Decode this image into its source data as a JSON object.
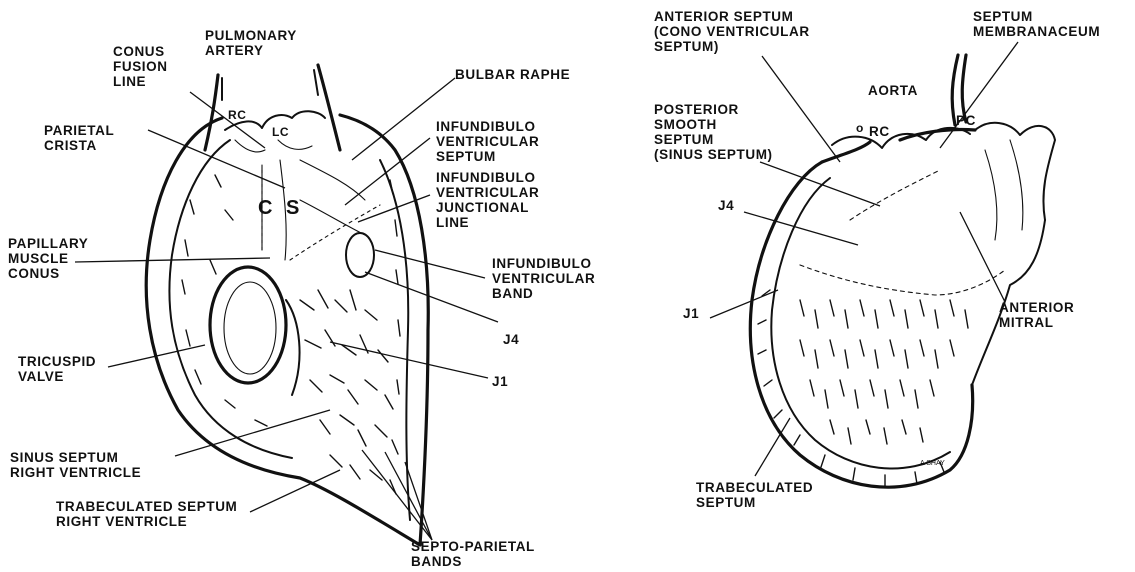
{
  "left_labels": {
    "pulmonary_artery": [
      "PULMONARY",
      "ARTERY"
    ],
    "conus_fusion_line": [
      "CONUS",
      "FUSION",
      "LINE"
    ],
    "bulbar_raphe": [
      "BULBAR RAPHE"
    ],
    "parietal_crista": [
      "PARIETAL",
      "CRISTA"
    ],
    "infundibulo_ventricular_septum": [
      "INFUNDIBULO",
      "VENTRICULAR",
      "SEPTUM"
    ],
    "infundibulo_ventricular_junctional_line": [
      "INFUNDIBULO",
      "VENTRICULAR",
      "JUNCTIONAL",
      "LINE"
    ],
    "papillary_muscle_conus": [
      "PAPILLARY",
      "MUSCLE",
      "CONUS"
    ],
    "infundibulo_ventricular_band": [
      "INFUNDIBULO",
      "VENTRICULAR",
      "BAND"
    ],
    "j4": "J4",
    "j1": "J1",
    "tricuspid_valve": [
      "TRICUSPID",
      "VALVE"
    ],
    "sinus_septum_right_ventricle": [
      "SINUS SEPTUM",
      "RIGHT VENTRICLE"
    ],
    "trabeculated_septum_right_ventricle": [
      "TRABECULATED SEPTUM",
      "RIGHT VENTRICLE"
    ],
    "septo_parietal_bands": [
      "SEPTO-PARIETAL",
      "BANDS"
    ]
  },
  "left_inline": {
    "rc": "RC",
    "lc": "LC",
    "c": "C",
    "s": "S"
  },
  "right_labels": {
    "anterior_septum": [
      "ANTERIOR SEPTUM",
      "(CONO VENTRICULAR",
      "SEPTUM)"
    ],
    "septum_membranaceum": [
      "SEPTUM",
      "MEMBRANACEUM"
    ],
    "aorta": [
      "AORTA"
    ],
    "posterior_smooth_septum": [
      "POSTERIOR",
      "SMOOTH",
      "SEPTUM",
      "(SINUS SEPTUM)"
    ],
    "pc": "PC",
    "rc": "RC",
    "j4": "J4",
    "j1": "J1",
    "anterior_mitral": [
      "ANTERIOR",
      "MITRAL"
    ],
    "trabeculated_septum": [
      "TRABECULATED",
      "SEPTUM"
    ]
  },
  "right_inline": {
    "o": "o",
    "signature": "A SHAY"
  }
}
